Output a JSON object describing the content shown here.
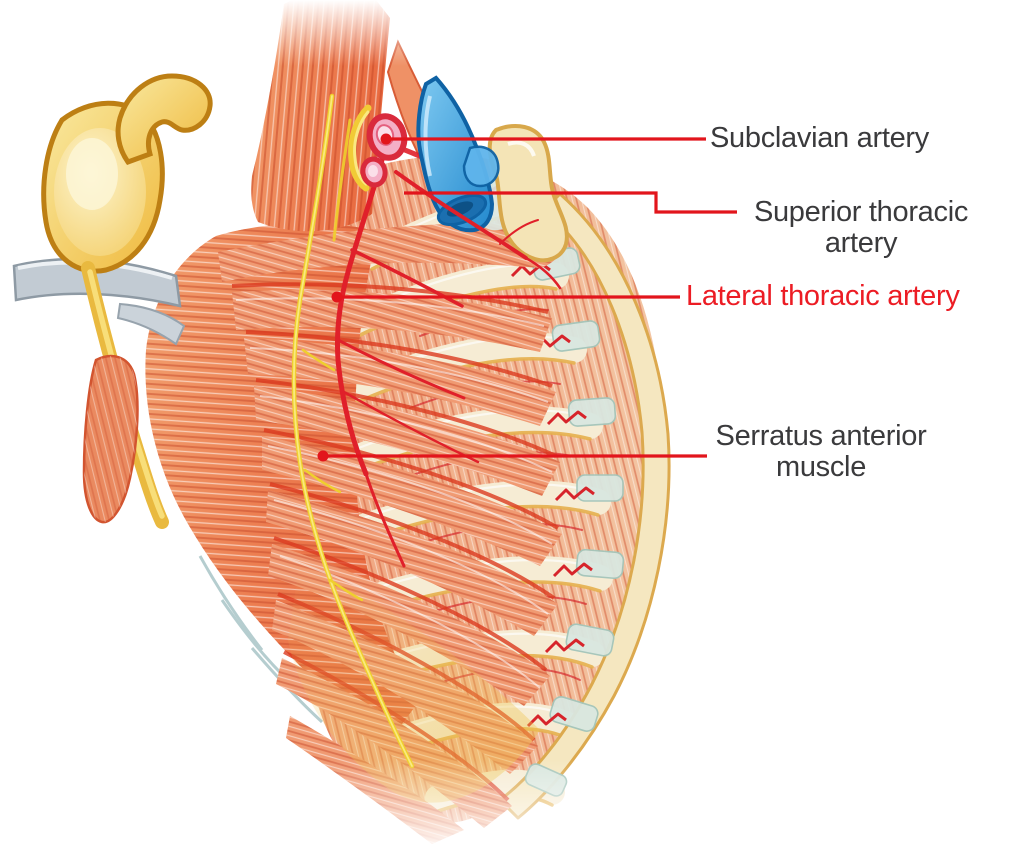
{
  "figure": {
    "subject": "Anatomical illustration of the lateral thorax showing the lateral thoracic artery, serratus anterior muscle and rib cage",
    "background": "#ffffff"
  },
  "annotations": [
    {
      "id": "subclavian-artery",
      "text": "Subclavian artery",
      "emphasis": false
    },
    {
      "id": "superior-thoracic-artery",
      "line1": "Superior thoracic",
      "line2": "artery",
      "emphasis": false
    },
    {
      "id": "lateral-thoracic-artery",
      "text": "Lateral thoracic artery",
      "emphasis": true
    },
    {
      "id": "serratus-anterior-muscle",
      "line1": "Serratus anterior",
      "line2": "muscle",
      "emphasis": false
    }
  ],
  "palette": {
    "label_text": "#3a3a3c",
    "emphasized_label": "#ec1c24",
    "leader_line": "#e2151c",
    "muscle_salmon": "#ee8a5f",
    "muscle_deep": "#d94f2b",
    "rib_cream": "#f6ecd2",
    "rib_gold": "#e2ab4c",
    "bone_gold": "#f2c14e",
    "cartilage": "#d9e7e0",
    "vein_blue": "#3fa3e6",
    "nerve_yellow": "#f2d32f",
    "artery_red": "#e01e26",
    "cut_bone_gray": "#bfc9d1"
  }
}
